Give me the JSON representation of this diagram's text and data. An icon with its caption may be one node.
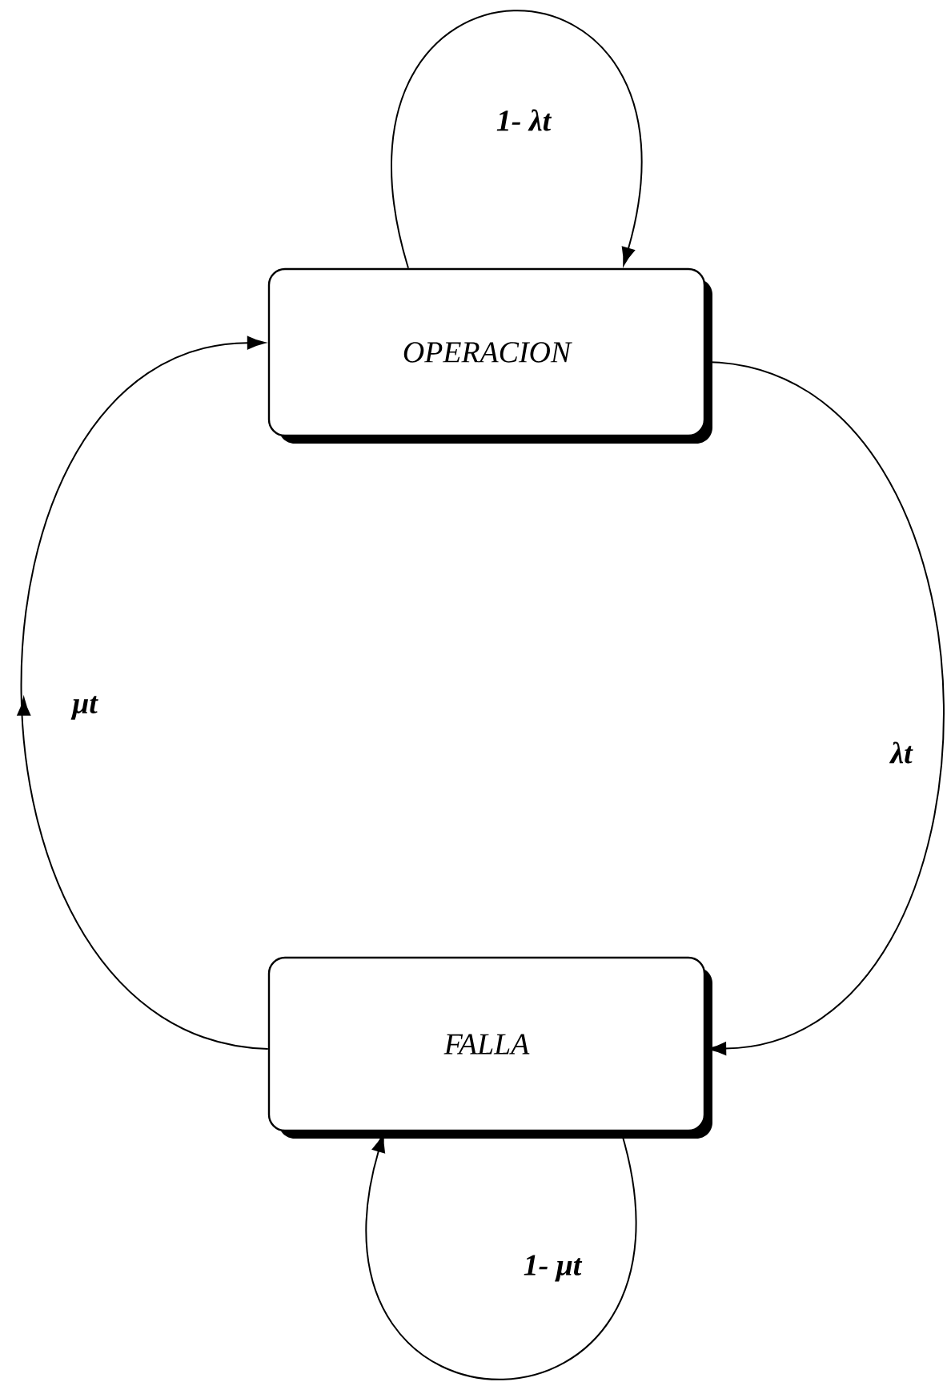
{
  "diagram": {
    "nodes": [
      {
        "text": [
          "OPERACION"
        ]
      },
      {
        "text": [
          "FALLA"
        ]
      }
    ],
    "edges": [
      {
        "from": 0,
        "to": 0,
        "arrow": "to",
        "label": "1- λt"
      },
      {
        "from": 0,
        "to": 1,
        "arrow": "to",
        "label": "λt"
      },
      {
        "from": 1,
        "to": 0,
        "arrow": "to",
        "label": "μt"
      },
      {
        "from": 1,
        "to": 1,
        "arrow": "to",
        "label": "1- μt"
      }
    ]
  }
}
